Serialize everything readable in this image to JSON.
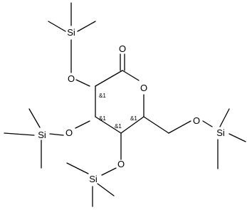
{
  "atoms": {
    "carbonyl_o": "O",
    "ring_o": "O",
    "o2": "O",
    "o3": "O",
    "o4": "O",
    "o6": "O",
    "si2": "Si",
    "si3": "Si",
    "si4": "Si",
    "si6": "Si"
  },
  "stereo": {
    "c2": "&1",
    "c3": "&1",
    "c4": "&1",
    "c5": "&1"
  }
}
